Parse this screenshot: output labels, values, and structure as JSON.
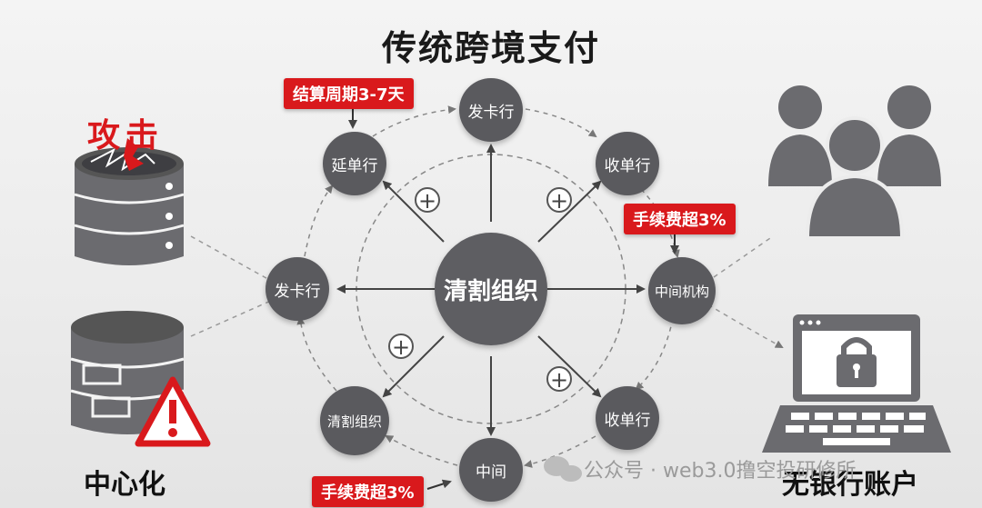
{
  "title": "传统跨境支付",
  "center_node": "清割组织",
  "nodes": {
    "top_card_issuer": "发卡行",
    "top_left_delay": "延单行",
    "top_right_acquirer": "收单行",
    "left_card_issuer": "发卡行",
    "right_intermediary": "中间机构",
    "bottom_left_clearing": "清割组织",
    "bottom_intermediary": "中间",
    "bottom_right_acquirer": "收单行"
  },
  "tags": {
    "settlement": "结算周期3-7天",
    "fee_right": "手续费超3%",
    "fee_bottom": "手续费超3%"
  },
  "plus_symbol": "+",
  "left_panel": {
    "attack_label": "攻击",
    "bottom_label": "中心化"
  },
  "right_panel": {
    "bottom_label": "无银行账户"
  },
  "watermark": "公众号 · web3.0撸空投研修所",
  "icons": [
    "database-attack-icon",
    "server-warning-icon",
    "users-icon",
    "locked-laptop-icon",
    "wechat-icon"
  ],
  "colors": {
    "node": "#5a5a5e",
    "accent_red": "#d9191c",
    "icon_gray": "#6b6b6f"
  }
}
